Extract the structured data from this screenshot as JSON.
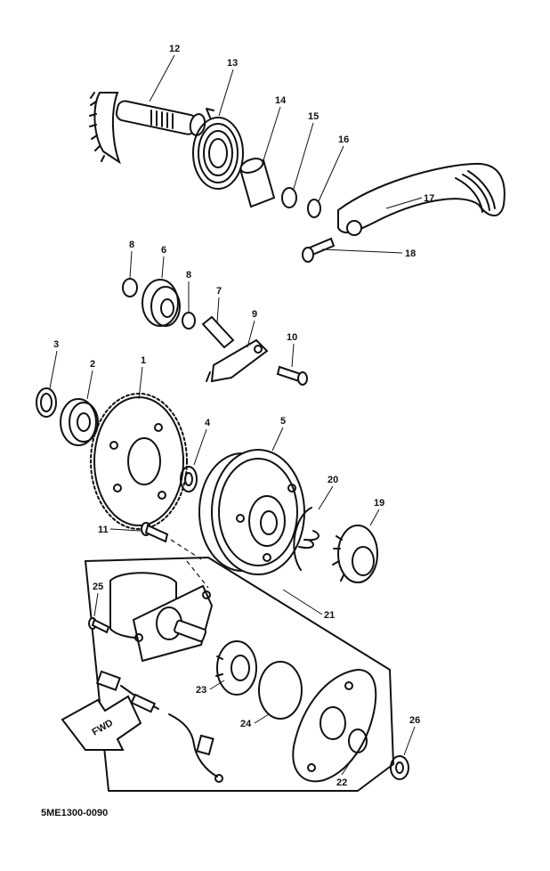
{
  "diagram_code": "5ME1300-0090",
  "fwd_label": "FWD",
  "callouts": [
    {
      "id": "c12",
      "text": "12"
    },
    {
      "id": "c13",
      "text": "13"
    },
    {
      "id": "c14",
      "text": "14"
    },
    {
      "id": "c15",
      "text": "15"
    },
    {
      "id": "c16",
      "text": "16"
    },
    {
      "id": "c17",
      "text": "17"
    },
    {
      "id": "c18",
      "text": "18"
    },
    {
      "id": "c8a",
      "text": "8"
    },
    {
      "id": "c6",
      "text": "6"
    },
    {
      "id": "c8b",
      "text": "8"
    },
    {
      "id": "c7",
      "text": "7"
    },
    {
      "id": "c9",
      "text": "9"
    },
    {
      "id": "c10",
      "text": "10"
    },
    {
      "id": "c3",
      "text": "3"
    },
    {
      "id": "c2",
      "text": "2"
    },
    {
      "id": "c1",
      "text": "1"
    },
    {
      "id": "c4",
      "text": "4"
    },
    {
      "id": "c5",
      "text": "5"
    },
    {
      "id": "c20",
      "text": "20"
    },
    {
      "id": "c19",
      "text": "19"
    },
    {
      "id": "c11",
      "text": "11"
    },
    {
      "id": "c25",
      "text": "25"
    },
    {
      "id": "c21",
      "text": "21"
    },
    {
      "id": "c23",
      "text": "23"
    },
    {
      "id": "c24",
      "text": "24"
    },
    {
      "id": "c26",
      "text": "26"
    },
    {
      "id": "c22",
      "text": "22"
    }
  ]
}
